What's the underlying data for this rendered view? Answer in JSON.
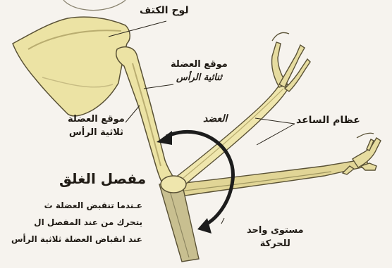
{
  "labels": {
    "scapula": "لوح الكتف",
    "biceps_site": [
      "موقع العضلة",
      "ثنائية الرأس"
    ],
    "humerus": "العضد",
    "forearm_bones": "عظام الساعد",
    "triceps_site": [
      "موقع العضلة",
      "ثلاثية الرأس"
    ],
    "single_plane": [
      "مستوى واحد",
      "للحركة"
    ]
  },
  "hinge_joint": {
    "title": "مفصل الغلق",
    "lines": [
      "عـندما تنقبض العضلة ث",
      "يتحرك من عند المفصل ال",
      "عند انقباض العضلة ثلاثية الرأس"
    ]
  },
  "colors": {
    "bone": "#ece3a4",
    "bone_shadow": "#b9ad70",
    "outline": "#5a5236",
    "arrow": "#1c1c1c",
    "background": "#f6f3ee"
  }
}
